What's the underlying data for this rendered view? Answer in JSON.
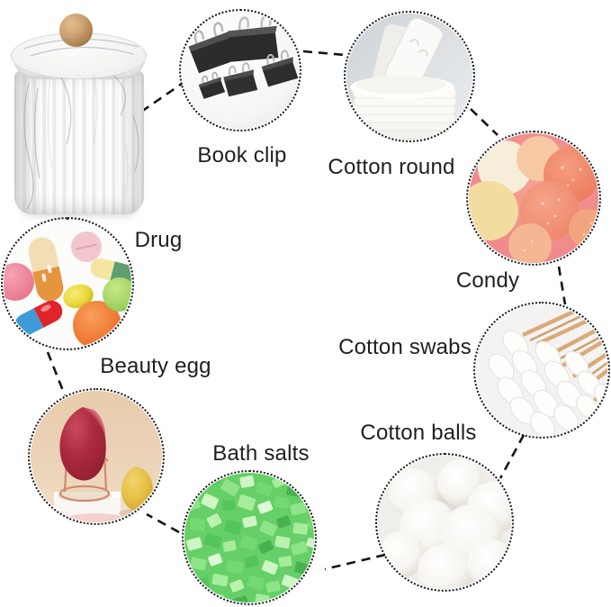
{
  "items": [
    {
      "id": "book-clip",
      "label": "Book clip"
    },
    {
      "id": "cotton-round",
      "label": "Cotton round"
    },
    {
      "id": "condy",
      "label": "Condy"
    },
    {
      "id": "cotton-swabs",
      "label": "Cotton swabs"
    },
    {
      "id": "cotton-balls",
      "label": "Cotton balls"
    },
    {
      "id": "bath-salts",
      "label": "Bath salts"
    },
    {
      "id": "beauty-egg",
      "label": "Beauty egg"
    },
    {
      "id": "drug",
      "label": "Drug"
    }
  ],
  "colors": {
    "label_text": "#1f1f1f",
    "connector": "#141414",
    "circle_dot_border": "#17171c",
    "bath_salts_green": "#67cf68",
    "candy_coral": "#ef8566",
    "candy_bg_pink": "#ee8a8c",
    "sponge_red": "#ae2a3e",
    "sponge_yellow": "#e7c046",
    "stand_copper": "#d08a6e",
    "jar_knob_wood": "#c79a66",
    "binder_clip_black": "#303032",
    "swab_stick_tan": "#d8a672"
  }
}
